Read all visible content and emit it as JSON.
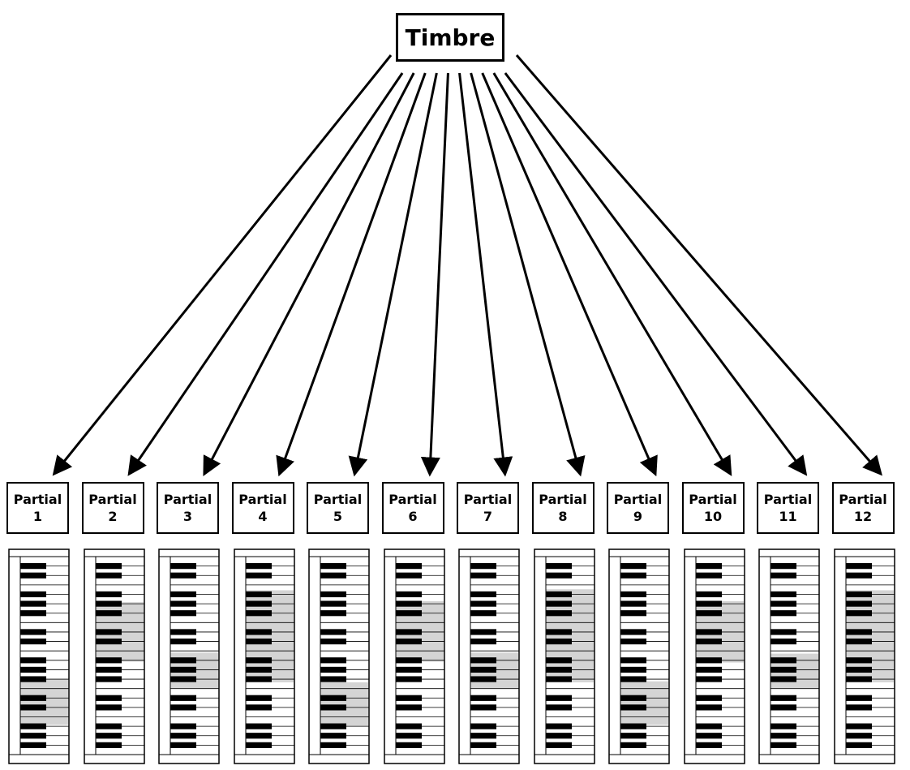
{
  "root": {
    "label": "Timbre"
  },
  "partials": [
    {
      "label": "Partial",
      "number": "1",
      "highlight": [
        0.62,
        0.85
      ]
    },
    {
      "label": "Partial",
      "number": "2",
      "highlight": [
        0.23,
        0.53
      ]
    },
    {
      "label": "Partial",
      "number": "3",
      "highlight": [
        0.485,
        0.665
      ]
    },
    {
      "label": "Partial",
      "number": "4",
      "highlight": [
        0.17,
        0.635
      ]
    },
    {
      "label": "Partial",
      "number": "5",
      "highlight": [
        0.635,
        0.855
      ]
    },
    {
      "label": "Partial",
      "number": "6",
      "highlight": [
        0.225,
        0.53
      ]
    },
    {
      "label": "Partial",
      "number": "7",
      "highlight": [
        0.485,
        0.665
      ]
    },
    {
      "label": "Partial",
      "number": "8",
      "highlight": [
        0.165,
        0.635
      ]
    },
    {
      "label": "Partial",
      "number": "9",
      "highlight": [
        0.63,
        0.85
      ]
    },
    {
      "label": "Partial",
      "number": "10",
      "highlight": [
        0.225,
        0.535
      ]
    },
    {
      "label": "Partial",
      "number": "11",
      "highlight": [
        0.49,
        0.665
      ]
    },
    {
      "label": "Partial",
      "number": "12",
      "highlight": [
        0.17,
        0.635
      ]
    }
  ],
  "colors": {
    "line": "#000000",
    "highlight": "#d4d4d4",
    "key_white": "#ffffff",
    "key_black": "#000000"
  }
}
